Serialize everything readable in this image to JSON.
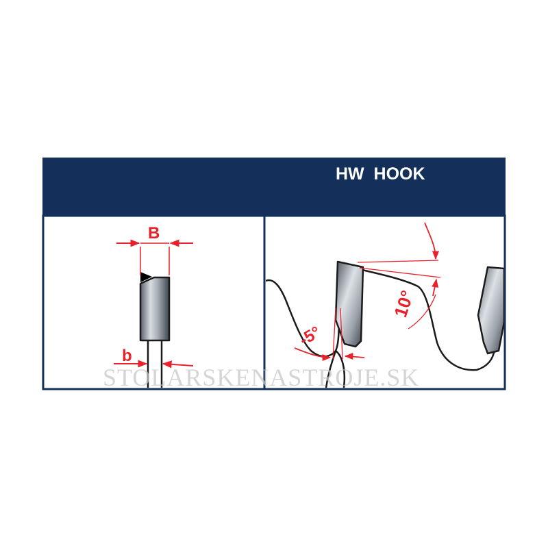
{
  "header": {
    "title": "HW  HOOK"
  },
  "profile": {
    "label_body_width": "B",
    "label_kerf_width": "b"
  },
  "angles": {
    "hook_angle": "-5°",
    "clearance_angle": "10°"
  },
  "watermark": "STOLARSKENASTROJE.SK",
  "colors": {
    "navy": "#14305a",
    "red": "#e8212b",
    "border": "#14305a",
    "line": "#1a1a1a"
  }
}
